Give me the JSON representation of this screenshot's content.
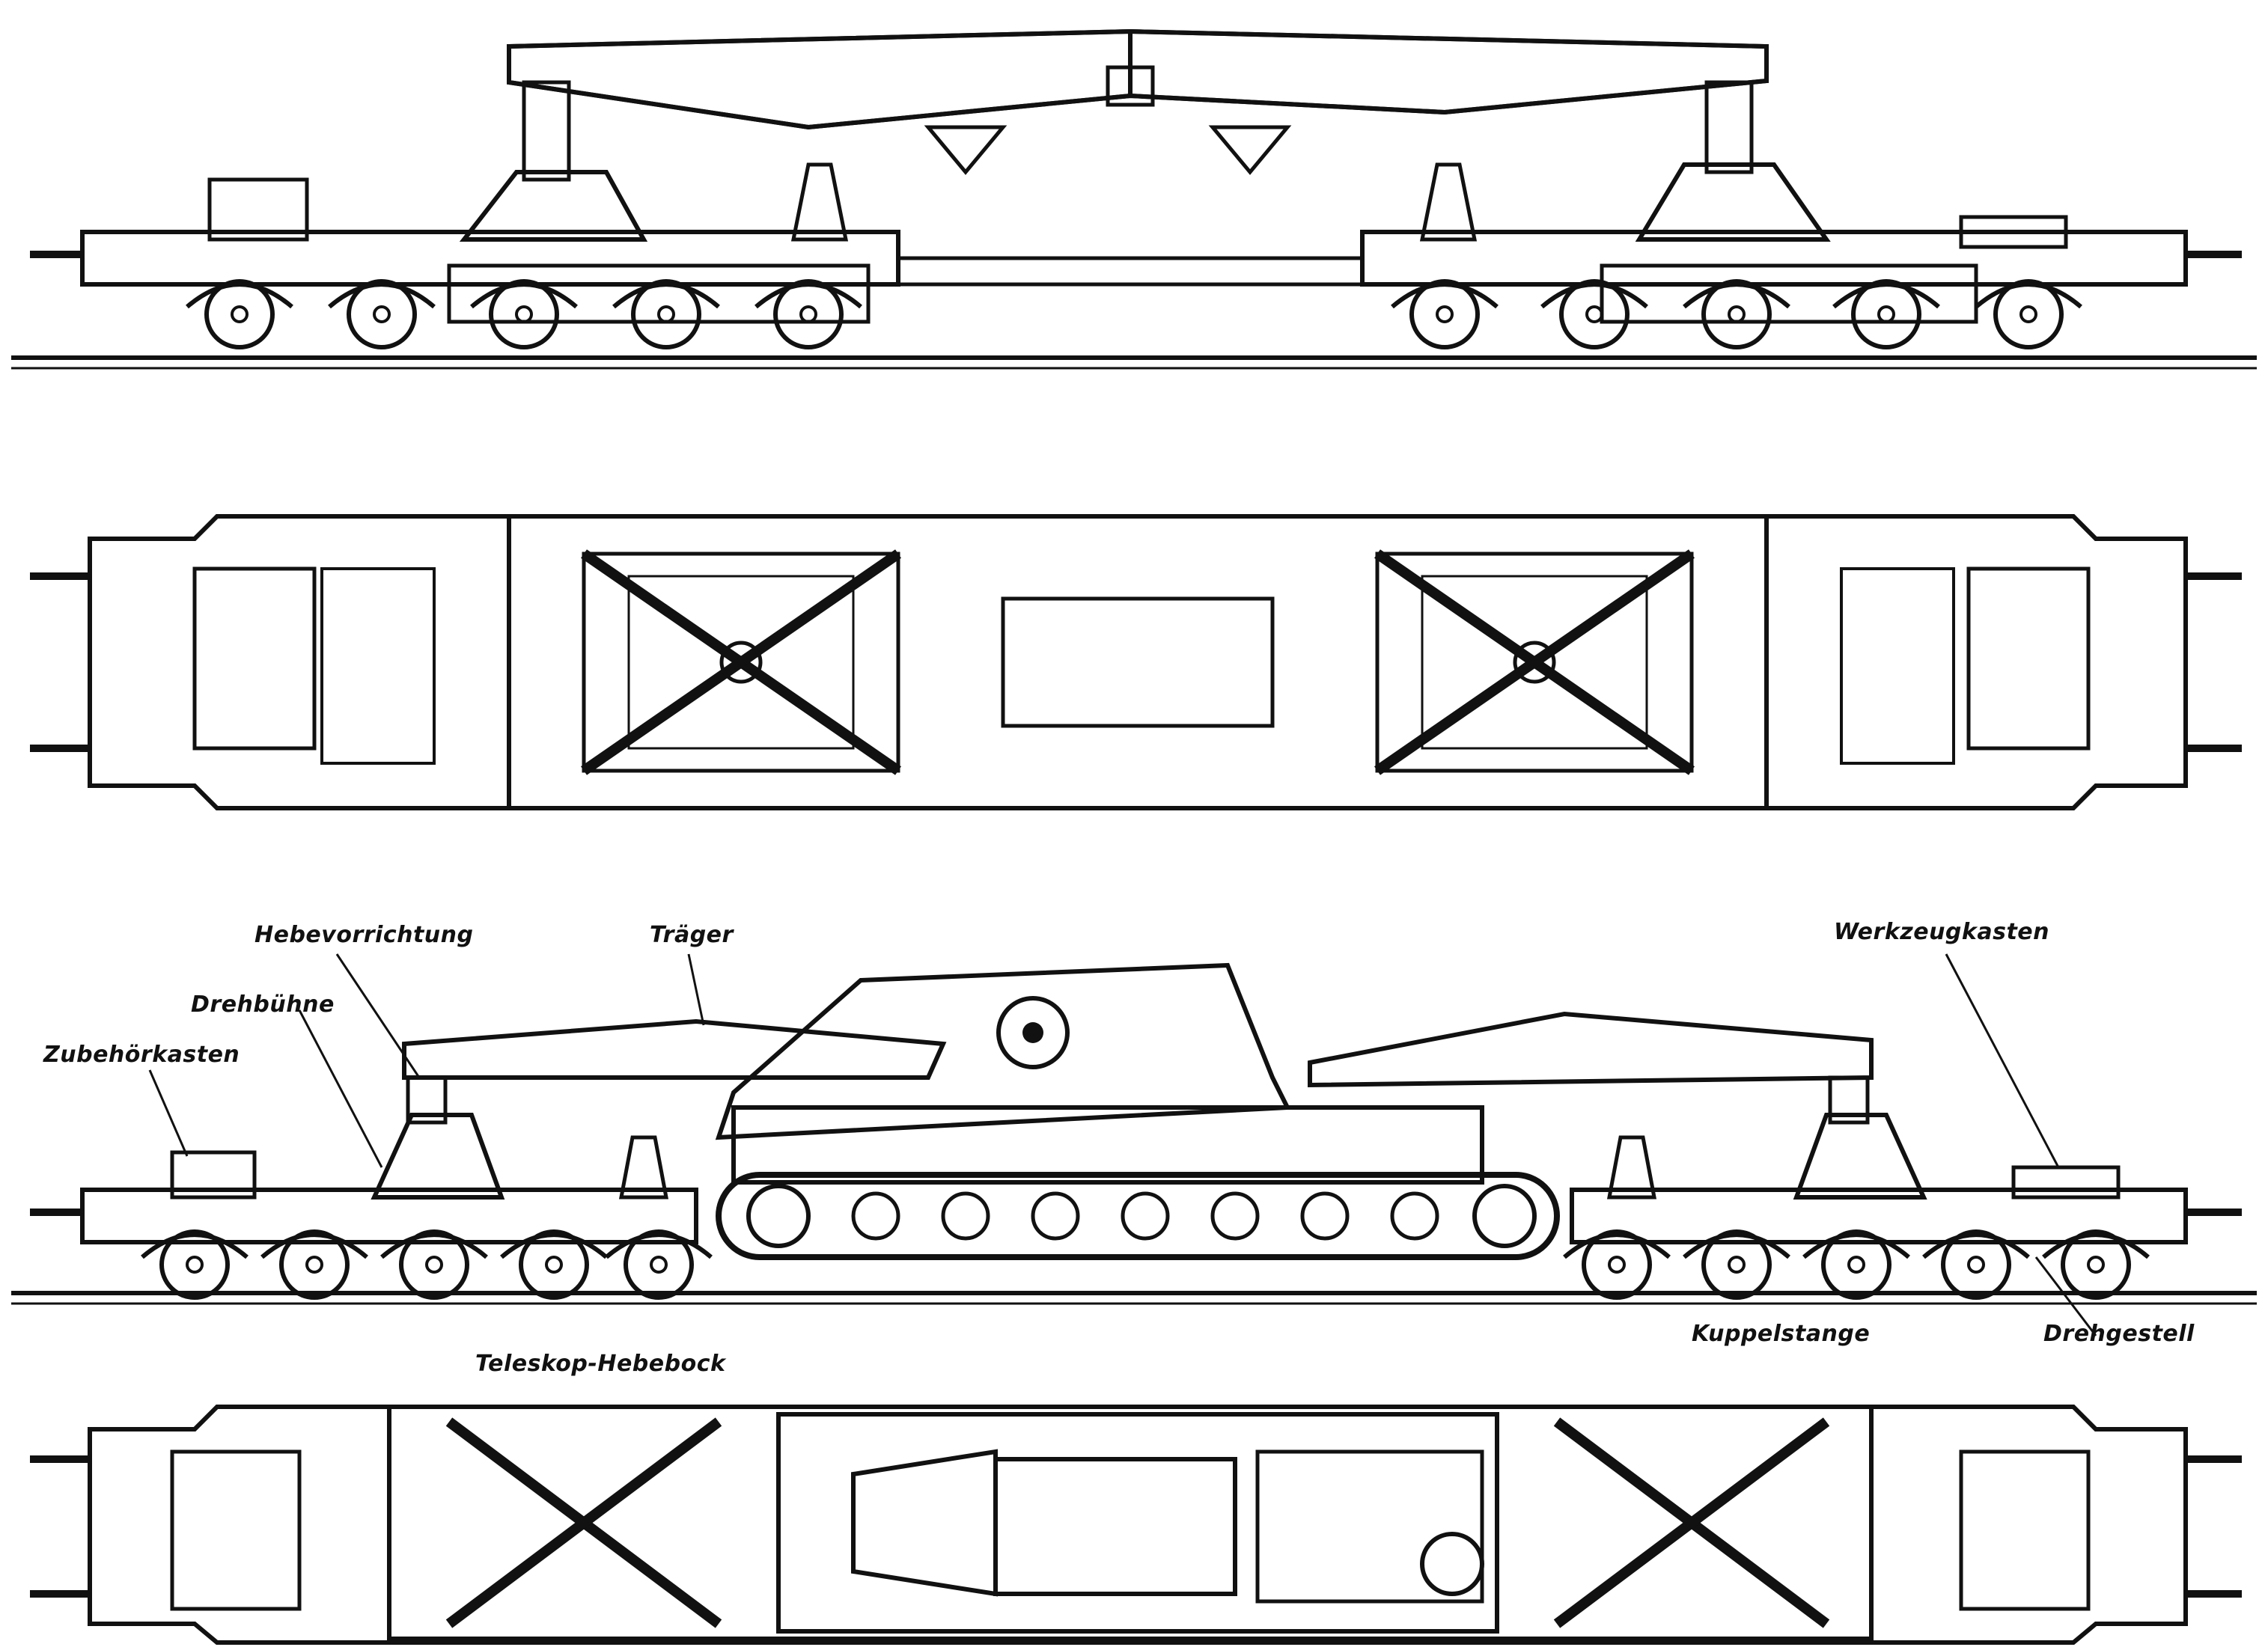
{
  "labels": {
    "hebevorrichtung": "Hebevorrichtung",
    "traeger": "Träger",
    "werkzeugkasten": "Werkzeugkasten",
    "drehbuehne": "Drehbühne",
    "zubehoerkasten": "Zubehörkasten",
    "kuppelstange": "Kuppelstange",
    "drehgestell": "Drehgestell",
    "teleskop_hebebock": "Teleskop-Hebebock"
  },
  "colors": {
    "ink": "#111111",
    "paper": "#ffffff"
  }
}
